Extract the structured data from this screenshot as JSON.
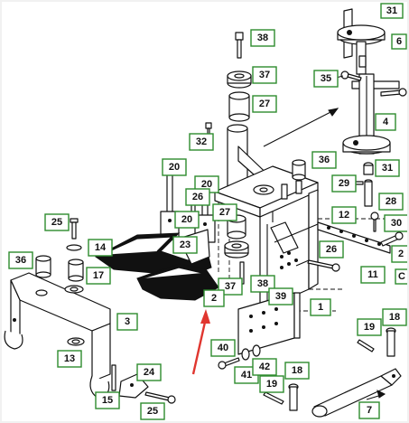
{
  "callouts": [
    {
      "id": "c38a",
      "label": "38"
    },
    {
      "id": "c37a",
      "label": "37"
    },
    {
      "id": "c27a",
      "label": "27"
    },
    {
      "id": "c35",
      "label": "35"
    },
    {
      "id": "c4",
      "label": "4"
    },
    {
      "id": "c31a",
      "label": "31"
    },
    {
      "id": "c31b",
      "label": "31"
    },
    {
      "id": "c32",
      "label": "32"
    },
    {
      "id": "c36a",
      "label": "36"
    },
    {
      "id": "c29",
      "label": "29"
    },
    {
      "id": "c28",
      "label": "28"
    },
    {
      "id": "c30",
      "label": "30"
    },
    {
      "id": "c20a",
      "label": "20"
    },
    {
      "id": "c20b",
      "label": "20"
    },
    {
      "id": "c26a",
      "label": "26"
    },
    {
      "id": "c20c",
      "label": "20"
    },
    {
      "id": "c27b",
      "label": "27"
    },
    {
      "id": "c12",
      "label": "12"
    },
    {
      "id": "c25a",
      "label": "25"
    },
    {
      "id": "c23",
      "label": "23"
    },
    {
      "id": "c14",
      "label": "14"
    },
    {
      "id": "c26b",
      "label": "26"
    },
    {
      "id": "c2edge",
      "label": "2"
    },
    {
      "id": "c36b",
      "label": "36"
    },
    {
      "id": "c17",
      "label": "17"
    },
    {
      "id": "c11",
      "label": "11"
    },
    {
      "id": "c37b",
      "label": "37"
    },
    {
      "id": "c38b",
      "label": "38"
    },
    {
      "id": "c2",
      "label": "2"
    },
    {
      "id": "c39",
      "label": "39"
    },
    {
      "id": "c1",
      "label": "1"
    },
    {
      "id": "c3",
      "label": "3"
    },
    {
      "id": "c19a",
      "label": "19"
    },
    {
      "id": "c18a",
      "label": "18"
    },
    {
      "id": "c13",
      "label": "13"
    },
    {
      "id": "c40",
      "label": "40"
    },
    {
      "id": "c41",
      "label": "41"
    },
    {
      "id": "c42",
      "label": "42"
    },
    {
      "id": "c24",
      "label": "24"
    },
    {
      "id": "c18b",
      "label": "18"
    },
    {
      "id": "c19b",
      "label": "19"
    },
    {
      "id": "c15",
      "label": "15"
    },
    {
      "id": "c25b",
      "label": "25"
    },
    {
      "id": "c7",
      "label": "7"
    },
    {
      "id": "c6",
      "label": "6"
    },
    {
      "id": "cC",
      "label": "C"
    }
  ],
  "colors": {
    "callout_border": "#2e8b2e",
    "arrow": "#e0362f",
    "line": "#111111"
  }
}
